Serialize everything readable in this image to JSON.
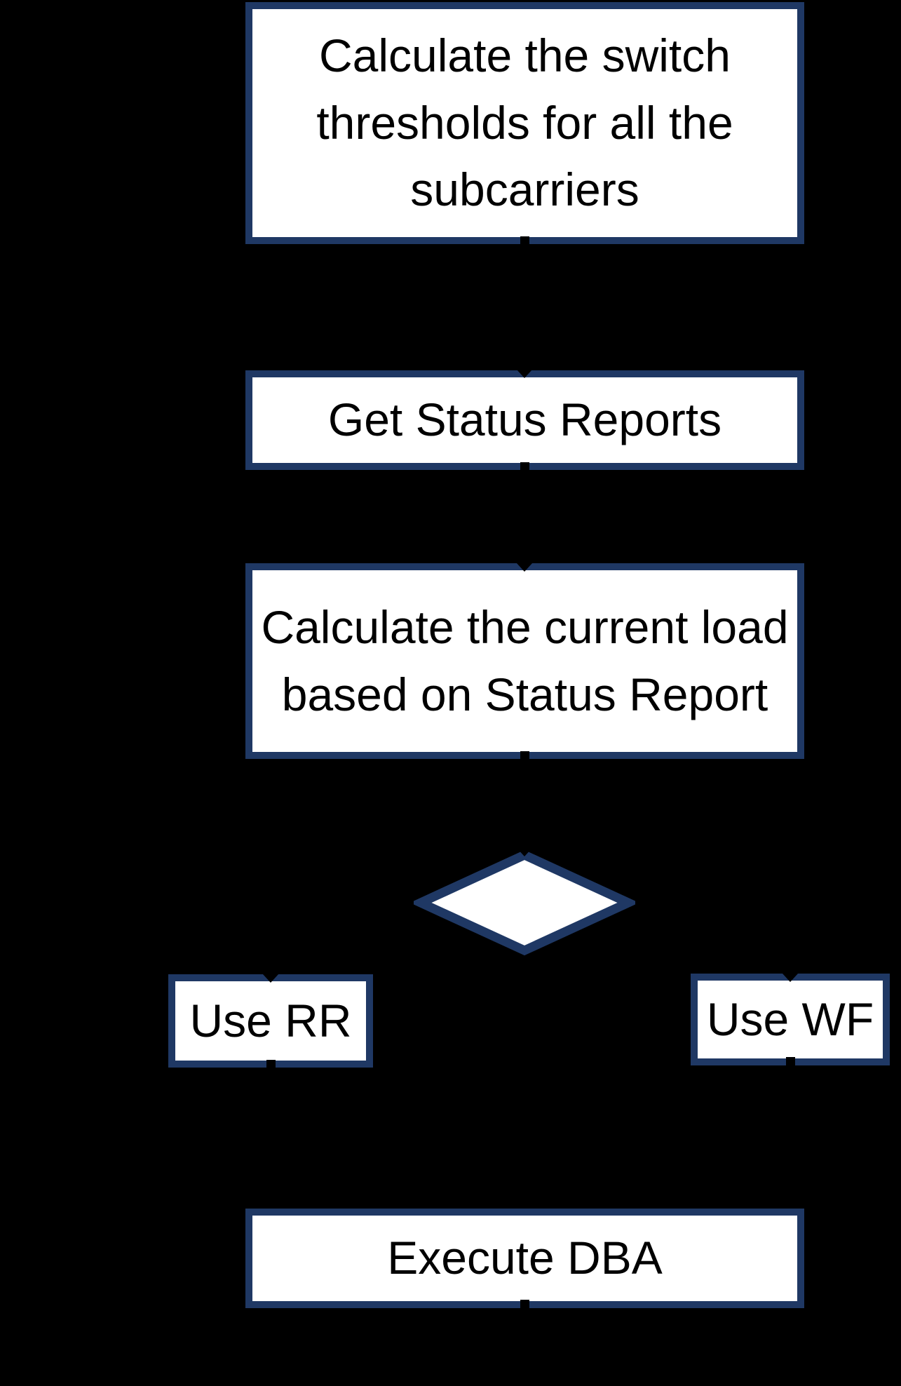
{
  "colors": {
    "background": "#000000",
    "node_fill": "#ffffff",
    "node_border": "#1f3864",
    "node_text": "#000000",
    "connector_mark": "#000000"
  },
  "nodes": {
    "calc_thresholds": {
      "label": "Calculate the switch\nthresholds for all the\nsubcarriers"
    },
    "get_status_reports": {
      "label": "Get Status Reports"
    },
    "calc_current_load": {
      "label": "Calculate the current load\nbased on Status Report"
    },
    "decision": {
      "label": ""
    },
    "use_rr": {
      "label": "Use RR"
    },
    "use_wf": {
      "label": "Use WF"
    },
    "execute_dba": {
      "label": "Execute DBA"
    }
  }
}
